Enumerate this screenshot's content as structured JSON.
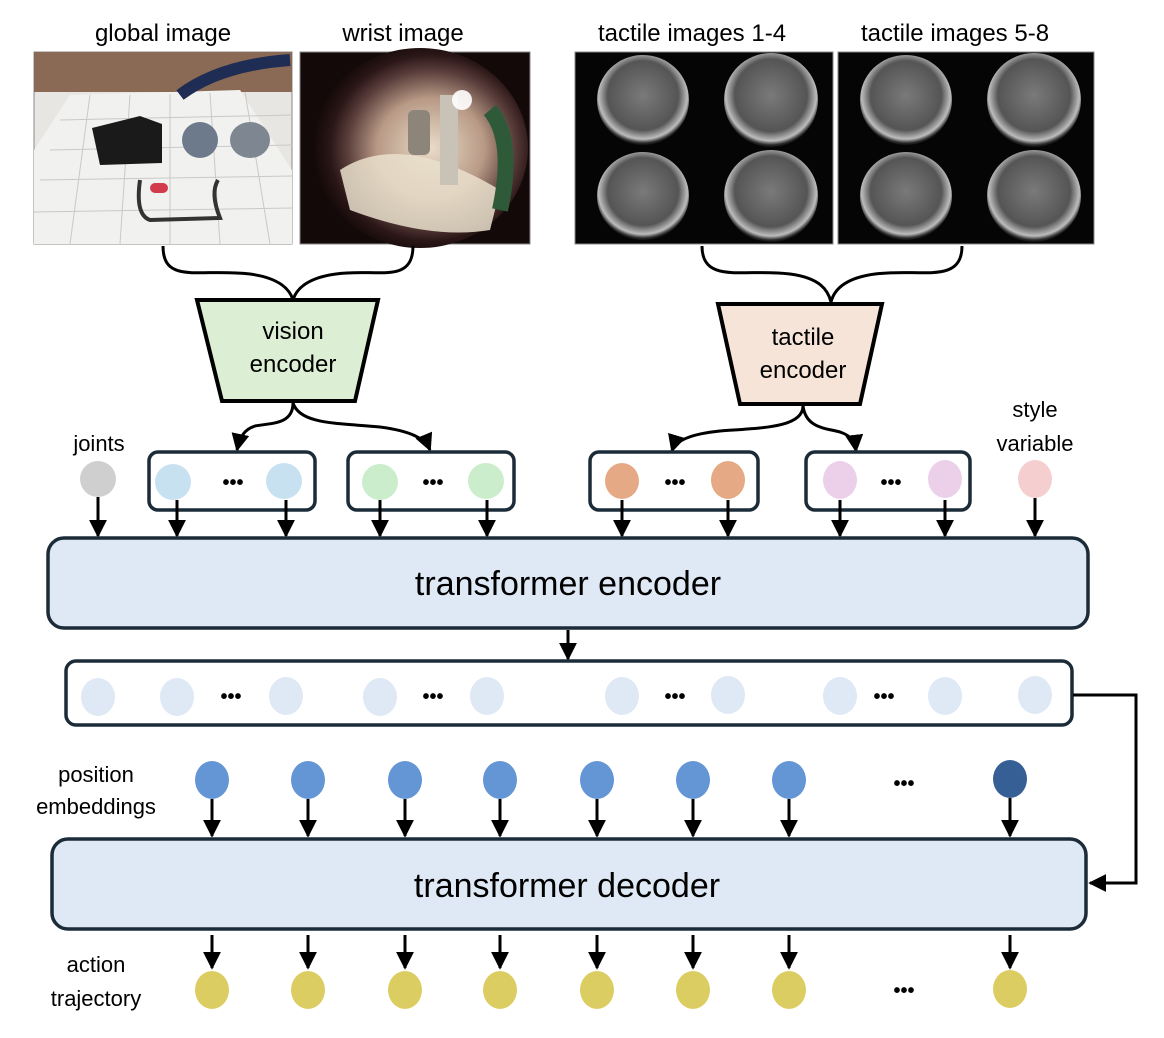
{
  "images": {
    "global": "global image",
    "wrist": "wrist image",
    "tactile_1_4": "tactile images 1-4",
    "tactile_5_8": "tactile images 5-8"
  },
  "encoders": {
    "vision_line1": "vision",
    "vision_line2": "encoder",
    "tactile_line1": "tactile",
    "tactile_line2": "encoder"
  },
  "inputs": {
    "joints": "joints",
    "style_line1": "style",
    "style_line2": "variable"
  },
  "blocks": {
    "encoder": "transformer encoder",
    "decoder": "transformer decoder"
  },
  "rows": {
    "position_line1": "position",
    "position_line2": "embeddings",
    "action_line1": "action",
    "action_line2": "trajectory"
  },
  "ellipsis": "•••",
  "colors": {
    "vision_encoder_fill": "#dcefd4",
    "tactile_encoder_fill": "#f6e4d8",
    "joint_token": "#cfcfcf",
    "wrist_token": "#c8e1f1",
    "global_token": "#cbedcc",
    "tactile_a_token": "#e6a985",
    "tactile_b_token": "#ecd0ea",
    "style_token": "#f5cfcf",
    "latent_token": "#dfe8f5",
    "block_fill": "#dfe8f5",
    "position_token": "#6496d5",
    "position_token_last": "#365f95",
    "action_token": "#dccd63",
    "outline": "#1b2b38"
  }
}
